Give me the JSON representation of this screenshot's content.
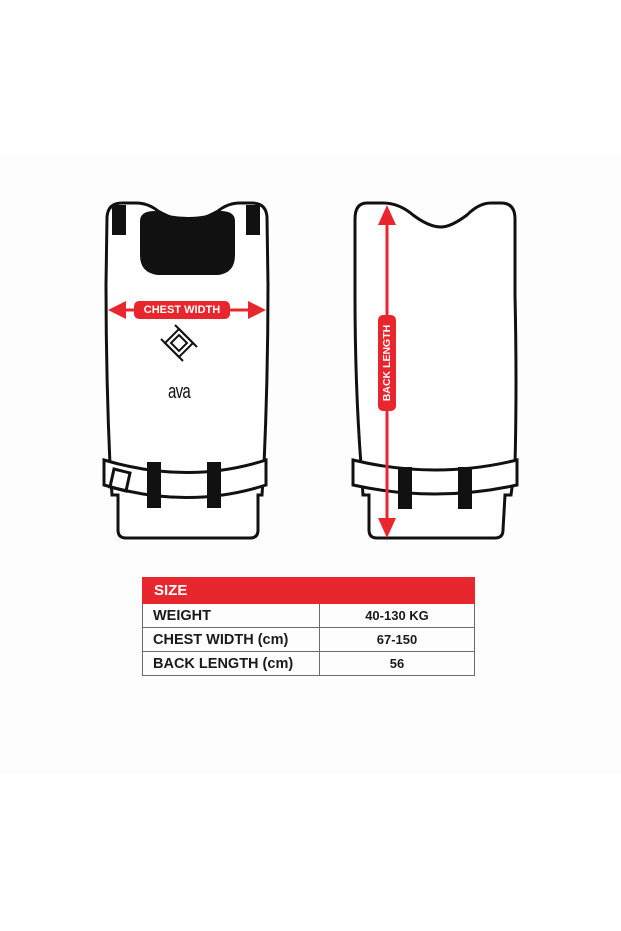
{
  "colors": {
    "accent_red": "#e8262e",
    "outline": "#111111",
    "neck_fill": "#111111",
    "band_background": "#fdfdfd"
  },
  "front_vest": {
    "measurement_label": "CHEST WIDTH",
    "logo_text": "ava",
    "logo_icon": "diamond-knot-logo-icon"
  },
  "back_vest": {
    "measurement_label": "BACK LENGTH"
  },
  "size_table": {
    "title": "SIZE",
    "rows": [
      {
        "label": "WEIGHT",
        "value": "40-130 KG"
      },
      {
        "label": "CHEST WIDTH (cm)",
        "value": "67-150"
      },
      {
        "label": "BACK LENGTH (cm)",
        "value": "56"
      }
    ]
  }
}
